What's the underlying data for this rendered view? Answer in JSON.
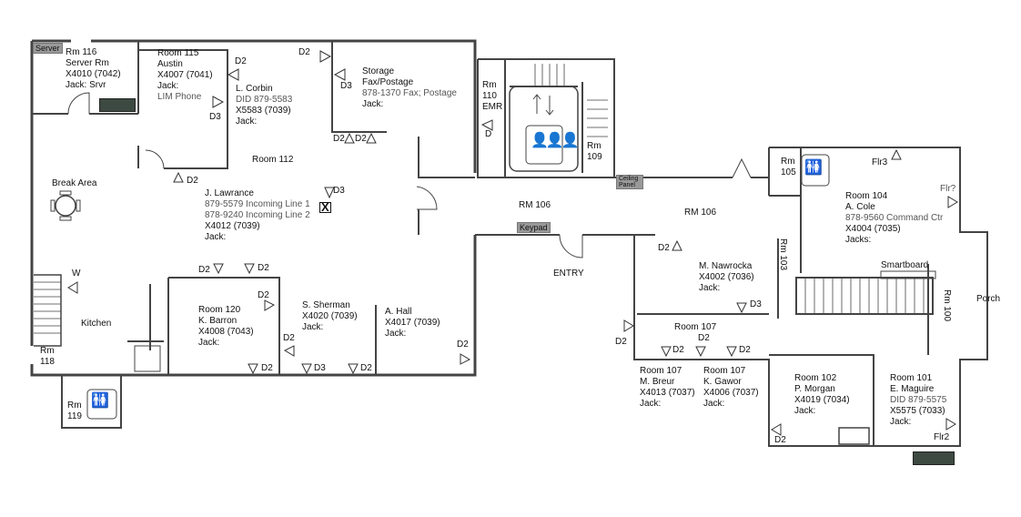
{
  "rooms": {
    "rm116": [
      "Rm 116",
      "Server Rm",
      "X4010 (7042)",
      "Jack: Srvr"
    ],
    "rm115": [
      "Room 115",
      "Austin",
      "X4007 (7041)",
      "Jack:",
      "LIM Phone"
    ],
    "corbin": [
      "L. Corbin",
      "DID 879-5583",
      "X5583 (7039)",
      "Jack:"
    ],
    "storage": [
      "Storage",
      "Fax/Postage",
      "878-1370 Fax; Postage",
      "Jack:"
    ],
    "room112": "Room 112",
    "break_area": "Break Area",
    "lawrance": [
      "J. Lawrance",
      "879-5579 Incoming Line 1",
      "878-9240 Incoming Line 2",
      "X4012 (7039)",
      "Jack:"
    ],
    "rm110": [
      "Rm",
      "110",
      "EMR"
    ],
    "rm109": [
      "Rm",
      "109"
    ],
    "rm106a": "RM 106",
    "rm106b": "RM 106",
    "entry": "ENTRY",
    "rm105": [
      "Rm",
      "105"
    ],
    "room104": [
      "Room 104",
      "A. Cole",
      "878-9560 Command Ctr",
      "X4004 (7035)",
      "Jacks:"
    ],
    "rm103": "Rm 103",
    "nawrocka": [
      "M. Nawrocka",
      "X4002 (7036)",
      "Jack:"
    ],
    "smartboard": "Smartboard",
    "rm100": "Rm 100",
    "porch": "Porch",
    "room107": "Room 107",
    "breur": [
      "Room 107",
      "M. Breur",
      "X4013 (7037)",
      "Jack:"
    ],
    "gawor": [
      "Room 107",
      "K. Gawor",
      "X4006 (7037)",
      "Jack:"
    ],
    "room102": [
      "Room 102",
      "P. Morgan",
      "X4019 (7034)",
      "Jack:"
    ],
    "room101": [
      "Room 101",
      "E. Maguire",
      "DID 879-5575",
      "X5575 (7033)",
      "Jack:"
    ],
    "kitchen": "Kitchen",
    "rm118": [
      "Rm",
      "118"
    ],
    "rm119": [
      "Rm",
      "119"
    ],
    "room120": [
      "Room 120",
      "K. Barron",
      "X4008 (7043)",
      "Jack:"
    ],
    "sherman": [
      "S. Sherman",
      "X4020 (7039)",
      "Jack:"
    ],
    "hall": [
      "A. Hall",
      "X4017 (7039)",
      "Jack:"
    ]
  },
  "tags": {
    "server": "Server",
    "ceiling_panel": "Ceiling Panel",
    "keypad": "Keypad"
  },
  "markers": [
    "D2",
    "D3",
    "D2",
    "D3",
    "D2",
    "D2",
    "D2",
    "D3",
    "D",
    "D2",
    "D2",
    "D2",
    "D2",
    "D2",
    "D2",
    "D3",
    "D2",
    "D2",
    "W",
    "D3",
    "D2",
    "D2",
    "D2",
    "D2",
    "D2",
    "Flr2",
    "Flr3",
    "Flr?"
  ],
  "colors": {
    "wall": "#444444",
    "tag": "#999999",
    "dark": "#3d4a42"
  }
}
